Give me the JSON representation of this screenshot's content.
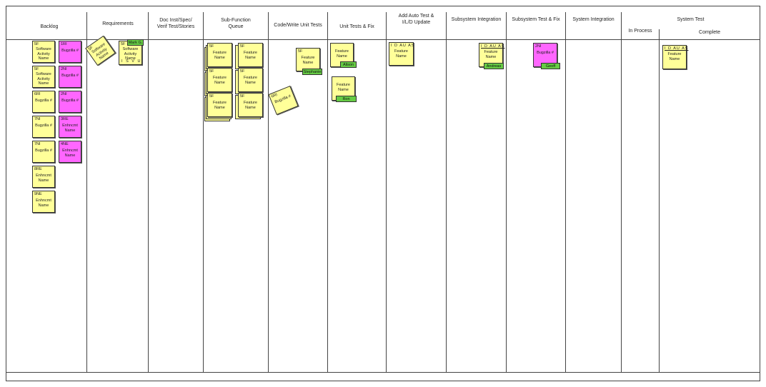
{
  "columns": {
    "backlog": "Backlog",
    "requirements": "Requirements",
    "doc": "Doc Inst/Spec/\nVerif Test/Stories",
    "subfunction": "Sub-Function\nQueue",
    "codewrite": "Code/Write Unit Tests",
    "unittests": "Unit Tests & Fix",
    "autotest": "Add Auto Test &\nI/L/D Update",
    "subsys_int": "Subsystem Integration",
    "subsys_test": "Subsystem Test & Fix",
    "sys_int": "System Integration",
    "sys_test": "System Test",
    "in_process": "In Process",
    "complete": "Complete"
  },
  "cards": {
    "b1": {
      "code": "5F",
      "body": "Software\nActivity\nName"
    },
    "b2": {
      "code": "1RI",
      "body": "Bugzilla #"
    },
    "b3": {
      "code": "5F",
      "body": "Software\nActivity\nName"
    },
    "b4": {
      "code": "2NI",
      "body": "Bugzilla #"
    },
    "b5": {
      "code": "6RI",
      "body": "Bugzilla #"
    },
    "b6": {
      "code": "2NI",
      "body": "Bugzilla #"
    },
    "b7": {
      "code": "7NI",
      "body": "Bugzilla #"
    },
    "b8": {
      "code": "3RE",
      "body": "Enhncmt\nName"
    },
    "b9": {
      "code": "7NI",
      "body": "Bugzilla #"
    },
    "b10": {
      "code": "4NE",
      "body": "Enhncmt\nName"
    },
    "b11": {
      "code": "8RE",
      "body": "Enhncmt\nName"
    },
    "b12": {
      "code": "9NE",
      "body": "Enhncmt\nName"
    },
    "r1": {
      "code": "5F",
      "body": "Software\nActivity\nName"
    },
    "r2": {
      "code": "5F",
      "body": "Software\nActivity\nName",
      "footer": "I  S  V  U",
      "tag": "Mark G."
    },
    "q1": {
      "code": "5F",
      "body": "Feature\nName"
    },
    "q2": {
      "code": "5F",
      "body": "Feature\nName"
    },
    "q3": {
      "code": "5F",
      "body": "Feature\nName"
    },
    "q4": {
      "code": "5F",
      "body": "Feature\nName"
    },
    "q5": {
      "code": "5F",
      "body": "Feature\nName"
    },
    "q6": {
      "code": "5F",
      "body": "Feature\nName"
    },
    "c1": {
      "code": "5F",
      "body": "Feature\nName",
      "tag": "Stephanie"
    },
    "c2": {
      "code": "6RI",
      "body": "Bugzilla #"
    },
    "u1": {
      "body": "Feature\nName",
      "tag": "Alison"
    },
    "u2": {
      "body": "Feature\nName",
      "tag": "Ron"
    },
    "a1": {
      "codes": "I  D AU  AS",
      "body": "Feature\nName"
    },
    "si1": {
      "codes": "I  D AU  AS",
      "body": "Feature\nName",
      "tag": "Andreas"
    },
    "st1": {
      "code": "2NI",
      "body": "Bugzilla #",
      "tag": "Geoff"
    },
    "cp1": {
      "codes": "I  D AU  AS",
      "body": "Feature\nName"
    }
  }
}
